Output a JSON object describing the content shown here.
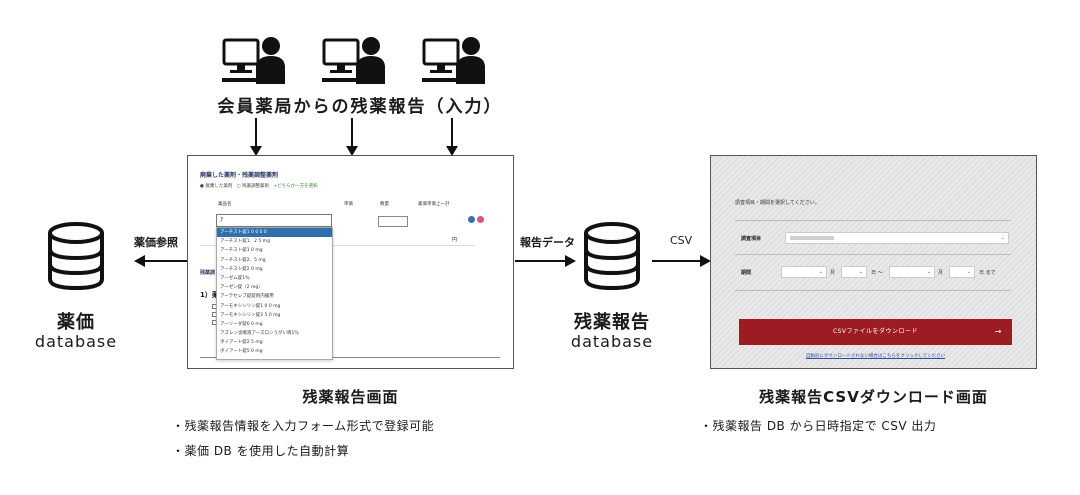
{
  "top": {
    "label": "会員薬局からの残薬報告（入力）",
    "user_icon": "computer-user-icon"
  },
  "flow": {
    "left_label": "薬価参照",
    "middle_label": "報告データ",
    "right_label": "CSV"
  },
  "db_left": {
    "title": "薬価",
    "sub": "database"
  },
  "db_middle": {
    "title": "残薬報告",
    "sub": "database"
  },
  "form_screen": {
    "title": "廃棄した薬剤・残薬調整薬剤",
    "radio_1": "● 廃棄した薬剤",
    "radio_2": "○ 残薬調整薬剤",
    "radio_link": "+どちらか一方を選択",
    "col_name": "薬品名",
    "col_unit": "単価",
    "col_qty": "数量",
    "col_total": "薬価単価上一計",
    "input_value": "ｱ",
    "row_currency": "円",
    "side_1": "残薬調",
    "side_2": "1）薬",
    "dropdown": [
      "アーチスト錠1 0 0 0 0",
      "アーチスト錠1．2 5 mg",
      "アーチスト錠1 0 mg",
      "アーチスト錠2．5 mg",
      "アーチスト錠2 0 mg",
      "アーゼム錠1％",
      "アーゼン錠（2 mg）",
      "アーテセレブ錠錠剤内服用",
      "アーモキシシリン錠1 0 0 mg",
      "アーモキシシリン錠2 5 0 mg",
      "アーリーダ錠6 0 mg",
      "アズレン含嗽液アーズ口ンうがい液1％",
      "ボイアート錠2 5 mg",
      "ボイアート錠5 0 mg"
    ],
    "caption": "残薬報告画面",
    "bullets": [
      "・残薬報告情報を入力フォーム形式で登録可能",
      "・薬価 DB を使用した自動計算"
    ]
  },
  "csv_screen": {
    "intro": "調査項目・期間を選択してください。",
    "label_item": "調査項目",
    "item_value": "",
    "label_period": "期間",
    "unit_month_1": "月",
    "unit_day_1": "日 〜",
    "unit_month_2": "月",
    "unit_day_2": "日 まで",
    "button": "CSVファイルをダウンロード",
    "button_arrow": "→",
    "link": "自動的にダウンロードされない場合はこちらをクリックしてください",
    "caption": "残薬報告CSVダウンロード画面",
    "bullets": [
      "・残薬報告 DB から日時指定で CSV 出力"
    ]
  },
  "colors": {
    "button_red": "#9b1c22",
    "dropdown_selected": "#2f6fae",
    "title_navy": "#2d3b66"
  }
}
